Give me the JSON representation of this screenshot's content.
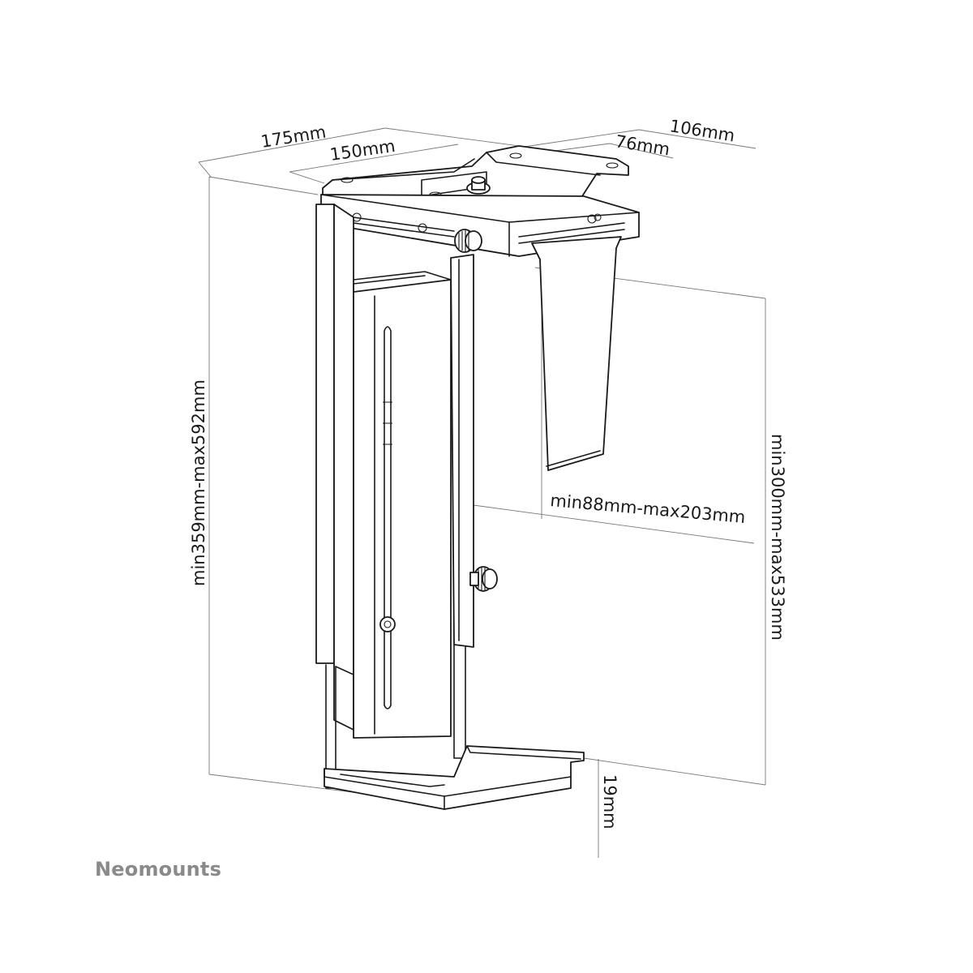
{
  "dimensions": {
    "top_width_outer": "175mm",
    "top_width_inner": "150mm",
    "top_depth_outer": "106mm",
    "top_depth_inner": "76mm",
    "total_height": "min359mm-max592mm",
    "case_width": "min88mm-max203mm",
    "case_height": "min300mm-max533mm",
    "foot_height": "19mm"
  },
  "brand": {
    "name": "Neomounts"
  }
}
